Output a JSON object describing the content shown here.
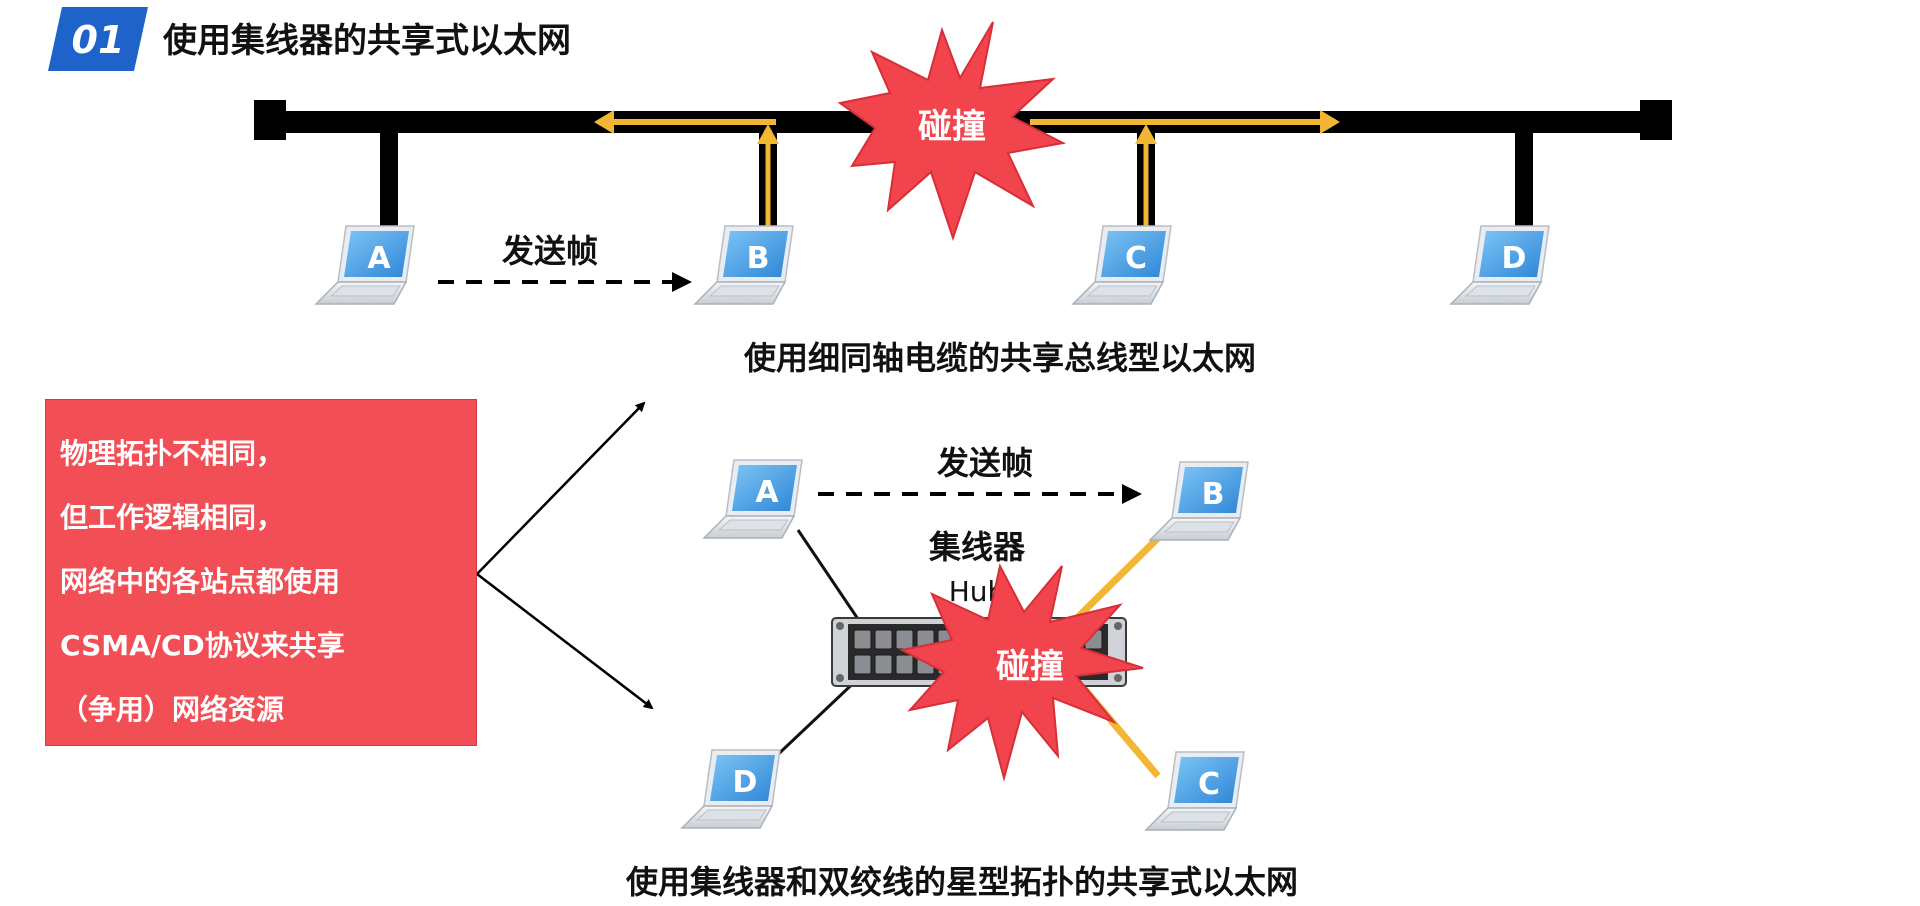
{
  "section": {
    "number": "01",
    "title": "使用集线器的共享式以太网"
  },
  "top_diagram": {
    "caption": "使用细同轴电缆的共享总线型以太网",
    "send_label": "发送帧",
    "collision_label": "碰撞",
    "stations": [
      "A",
      "B",
      "C",
      "D"
    ]
  },
  "bottom_diagram": {
    "caption": "使用集线器和双绞线的星型拓扑的共享式以太网",
    "send_label": "发送帧",
    "collision_label": "碰撞",
    "hub_label_cn": "集线器",
    "hub_label_en": "Hub",
    "stations": [
      "A",
      "B",
      "C",
      "D"
    ]
  },
  "note": {
    "lines": [
      "物理拓扑不相同，",
      "但工作逻辑相同，",
      "网络中的各站点都使用",
      "CSMA/CD协议来共享",
      "（争用）网络资源"
    ]
  },
  "colors": {
    "title_tag": "#1d63c9",
    "bus": "#000000",
    "signal": "#f2b632",
    "collision": "#f2444d",
    "note_bg": "#f24e55",
    "laptop_screen": "#4a9fe6"
  }
}
